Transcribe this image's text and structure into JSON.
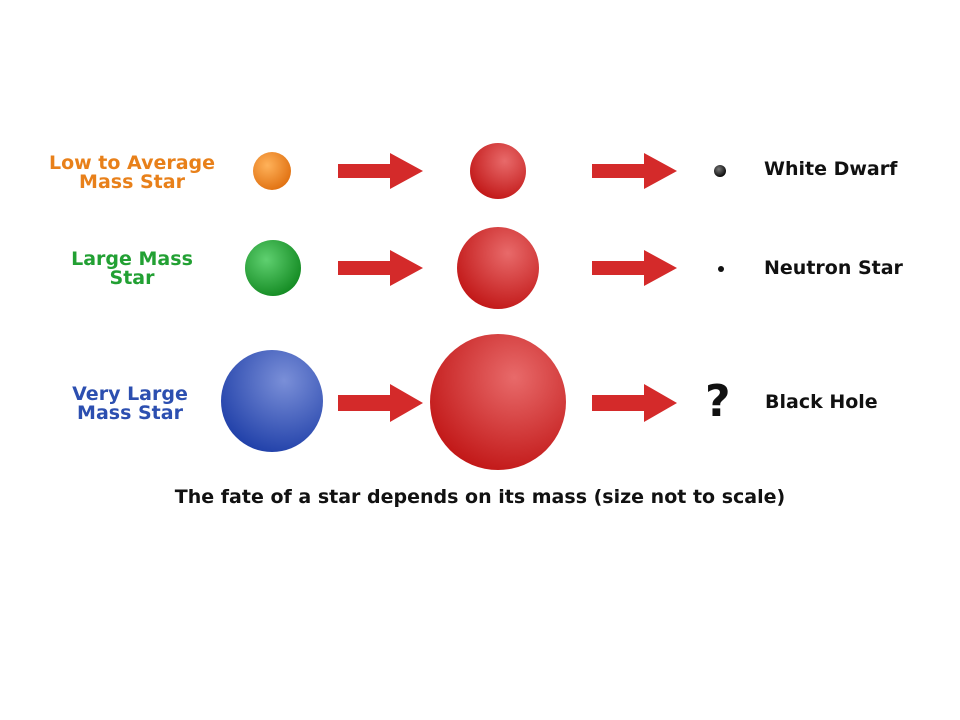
{
  "caption": "The fate of a star depends on its mass  (size not to scale)",
  "colors": {
    "low": "#e8801a",
    "large": "#22a033",
    "very_large": "#2c4fb0",
    "red_giant": "#cc1f1f",
    "arrow": "#d42a2a",
    "remnant": "#111111"
  },
  "rows": [
    {
      "start_label": [
        "Low to Average",
        "Mass Star"
      ],
      "start_color": "#e8801a",
      "end_label": "White Dwarf",
      "remnant_icon": "white-dwarf-dot-icon"
    },
    {
      "start_label": [
        "Large Mass",
        "Star"
      ],
      "start_color": "#22a033",
      "end_label": "Neutron Star",
      "remnant_icon": "neutron-star-dot-icon"
    },
    {
      "start_label": [
        "Very Large",
        "Mass Star"
      ],
      "start_color": "#2c4fb0",
      "end_label": "Black Hole",
      "remnant_icon": "question-mark-icon",
      "remnant_text": "?"
    }
  ]
}
